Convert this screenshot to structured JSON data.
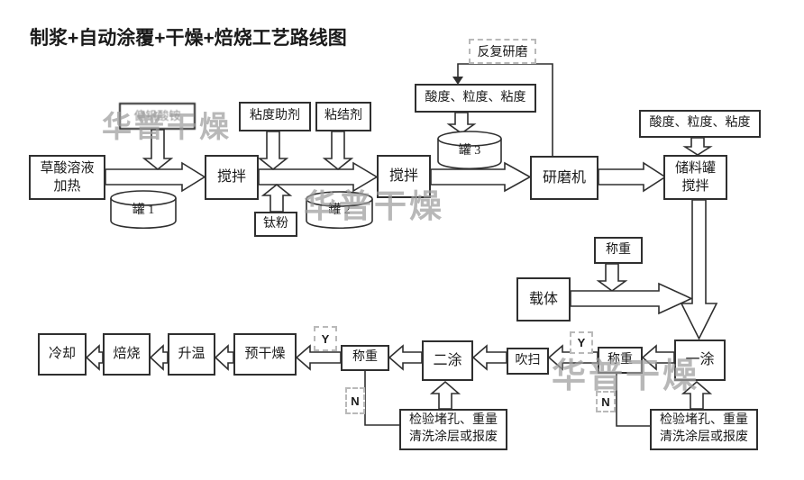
{
  "title": "制浆+自动涂覆+干燥+焙烧工艺路线图",
  "watermark": "华普干燥",
  "nodes": {
    "powder": "偏钒酸铵",
    "oxalic_heating": "草酸溶液\n加热",
    "stir1": "搅拌",
    "viscosity_aid": "粘度助剂",
    "binder": "粘结剂",
    "titanium_powder": "钛粉",
    "tank1": "罐 1",
    "tank2": "罐 2",
    "tank3": "罐 3",
    "stir2": "搅拌",
    "quality_check1": "酸度、粒度、粘度",
    "repeat_grinding": "反复研磨",
    "grinder": "研磨机",
    "quality_check2": "酸度、粒度、粘度",
    "storage_stir": "储料罐\n搅拌",
    "weigh_feed": "称重",
    "carrier": "载体",
    "coat1": "一涂",
    "weigh_coat1": "称重",
    "purge": "吹扫",
    "coat2": "二涂",
    "weigh_coat2": "称重",
    "pre_dry": "预干燥",
    "heat_up": "升温",
    "roast": "焙烧",
    "cool": "冷却",
    "inspect_coat2": "检验堵孔、重量\n清洗涂层或报废",
    "inspect_coat1": "检验堵孔、重量\n清洗涂层或报废",
    "yes": "Y",
    "no": "N"
  }
}
